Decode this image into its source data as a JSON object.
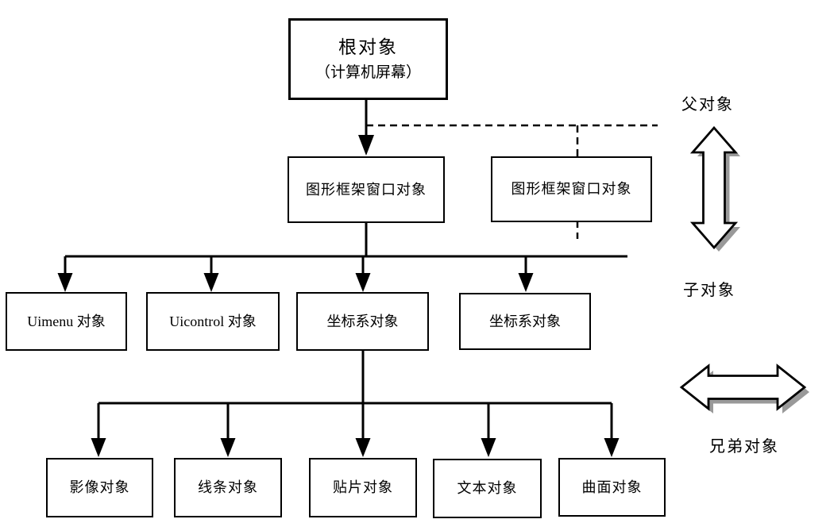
{
  "nodes": {
    "root": {
      "line1": "根对象",
      "line2": "（计算机屏幕）"
    },
    "level2": [
      {
        "label": "图形框架窗口对象"
      },
      {
        "label": "图形框架窗口对象"
      }
    ],
    "level3": [
      {
        "label": "Uimenu 对象"
      },
      {
        "label": "Uicontrol 对象"
      },
      {
        "label": "坐标系对象"
      },
      {
        "label": "坐标系对象"
      }
    ],
    "level4": [
      {
        "label": "影像对象"
      },
      {
        "label": "线条对象"
      },
      {
        "label": "贴片对象"
      },
      {
        "label": "文本对象"
      },
      {
        "label": "曲面对象"
      }
    ]
  },
  "annotations": {
    "parent_label": "父对象",
    "child_label": "子对象",
    "sibling_label": "兄弟对象"
  },
  "colors": {
    "background": "#ffffff",
    "line": "#000000",
    "box_border": "#000000",
    "arrow_fill": "#ffffff",
    "arrow_shadow": "#999999"
  }
}
